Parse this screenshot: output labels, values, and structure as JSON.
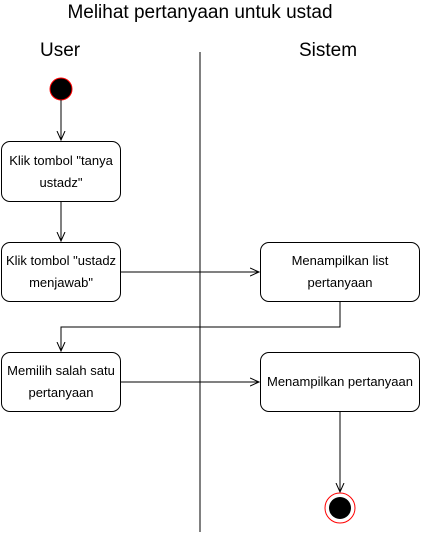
{
  "title": "Melihat pertanyaan untuk ustad",
  "lanes": {
    "user": "User",
    "sistem": "Sistem"
  },
  "nodes": {
    "klik_tanya": "Klik tombol \"tanya ustadz\"",
    "klik_ustadz_menjawab": "Klik tombol \"ustadz menjawab\"",
    "tampil_list": "Menampilkan list pertanyaan",
    "pilih_pertanyaan": "Memilih salah satu pertanyaan",
    "tampil_pertanyaan": "Menampilkan pertanyaan"
  },
  "colors": {
    "start": "#000000",
    "end_ring": "#ff0000",
    "stroke": "#000000"
  }
}
